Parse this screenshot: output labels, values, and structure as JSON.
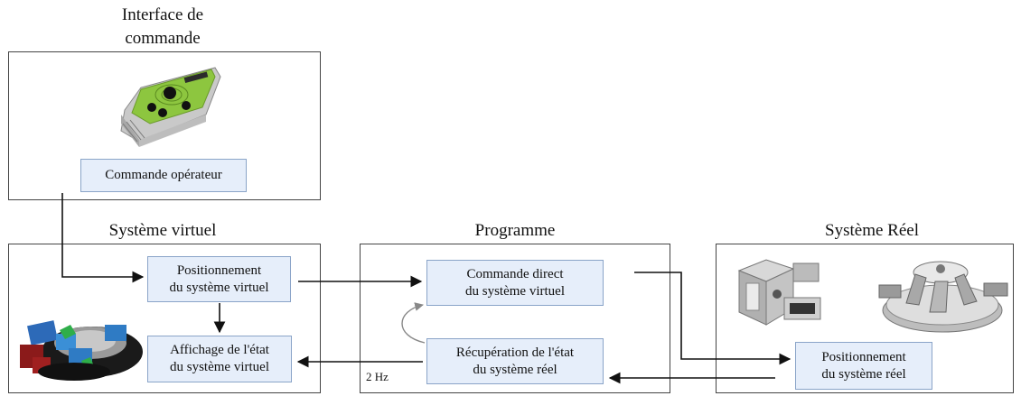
{
  "titles": {
    "interface": [
      "Interface de",
      "commande"
    ],
    "virtual": "Système virtuel",
    "program": "Programme",
    "real": "Système Réel"
  },
  "interface_box": {
    "label": "Commande opérateur",
    "icon": "joystick-controller-icon"
  },
  "virtual_box": {
    "positioning": [
      "Positionnement",
      "du système virtuel"
    ],
    "display": [
      "Affichage de l'état",
      "du système virtuel"
    ],
    "icon": "virtual-robot-render-icon"
  },
  "program_box": {
    "command": [
      "Commande direct",
      "du système virtuel"
    ],
    "retrieval": [
      "Récupération de l'état",
      "du système réel"
    ],
    "frequency": "2 Hz"
  },
  "real_box": {
    "positioning": [
      "Positionnement",
      "du système réel"
    ],
    "icons": [
      "real-robot-module-icon",
      "real-hexapod-robot-icon"
    ]
  },
  "colors": {
    "label_fill": "#e6eefa",
    "label_border": "#8aa4c8",
    "controller_green": "#9acd32"
  }
}
